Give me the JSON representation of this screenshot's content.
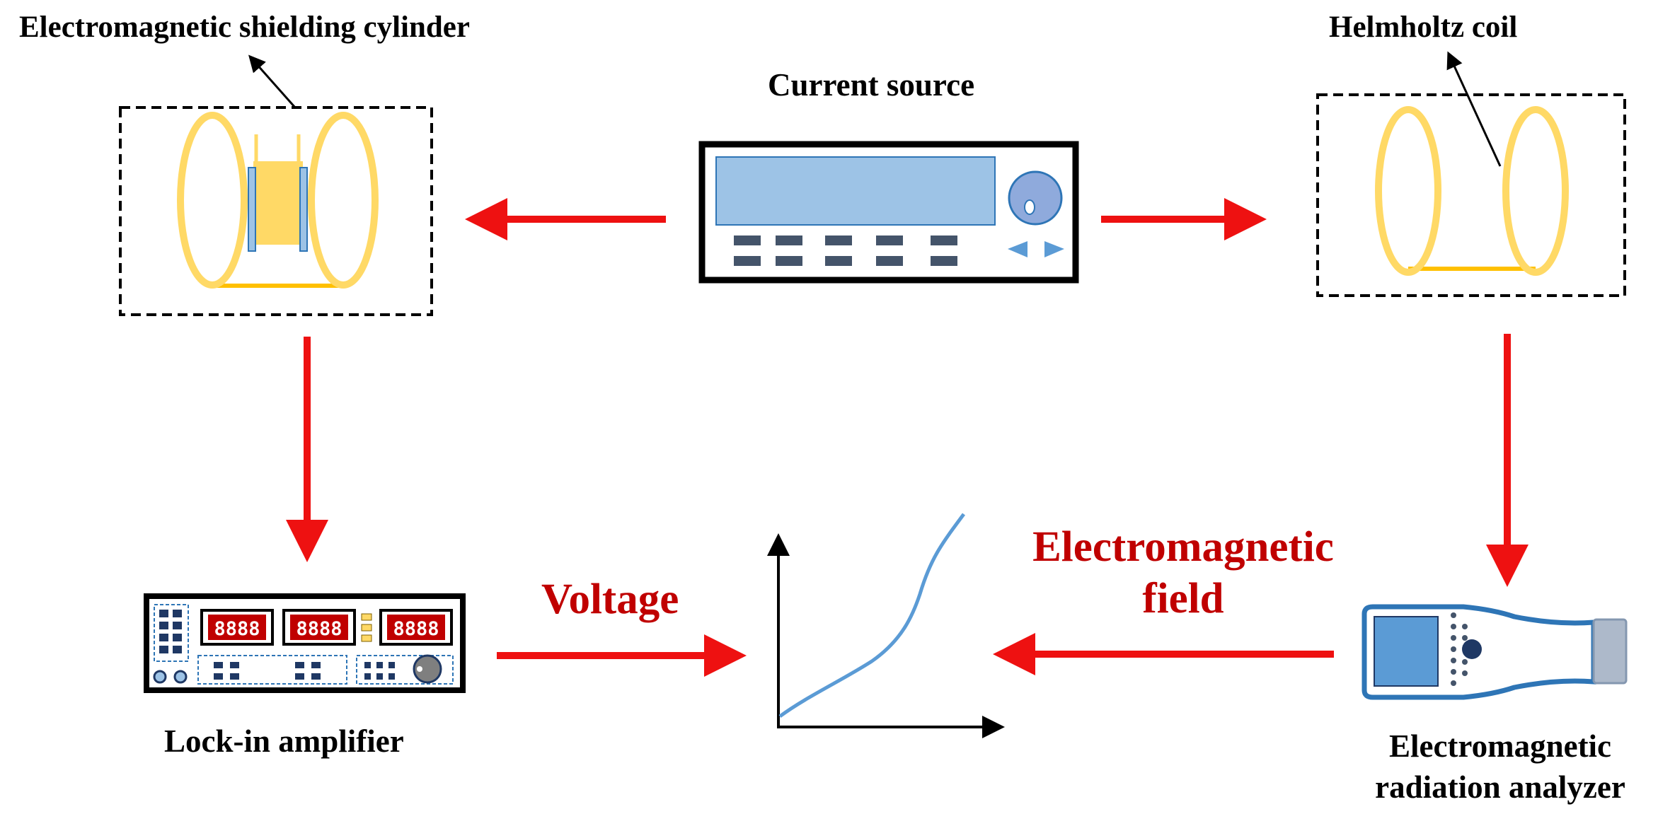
{
  "labels": {
    "shielding_cylinder": "Electromagnetic shielding cylinder",
    "current_source": "Current source",
    "helmholtz_coil": "Helmholtz coil",
    "lock_in_amplifier": "Lock-in amplifier",
    "radiation_analyzer": "Electromagnetic radiation analyzer",
    "voltage": "Voltage",
    "electromagnetic_field": "Electromagnetic field"
  },
  "lock_in_displays": [
    "8888",
    "8888",
    "8888"
  ],
  "colors": {
    "arrow": "#ee1111",
    "coil": "#ffd966",
    "screen": "#9dc3e6",
    "device_dark": "#1f3864",
    "curve": "#5b9bd5",
    "display_red": "#c00000",
    "label_red": "#c00000"
  }
}
